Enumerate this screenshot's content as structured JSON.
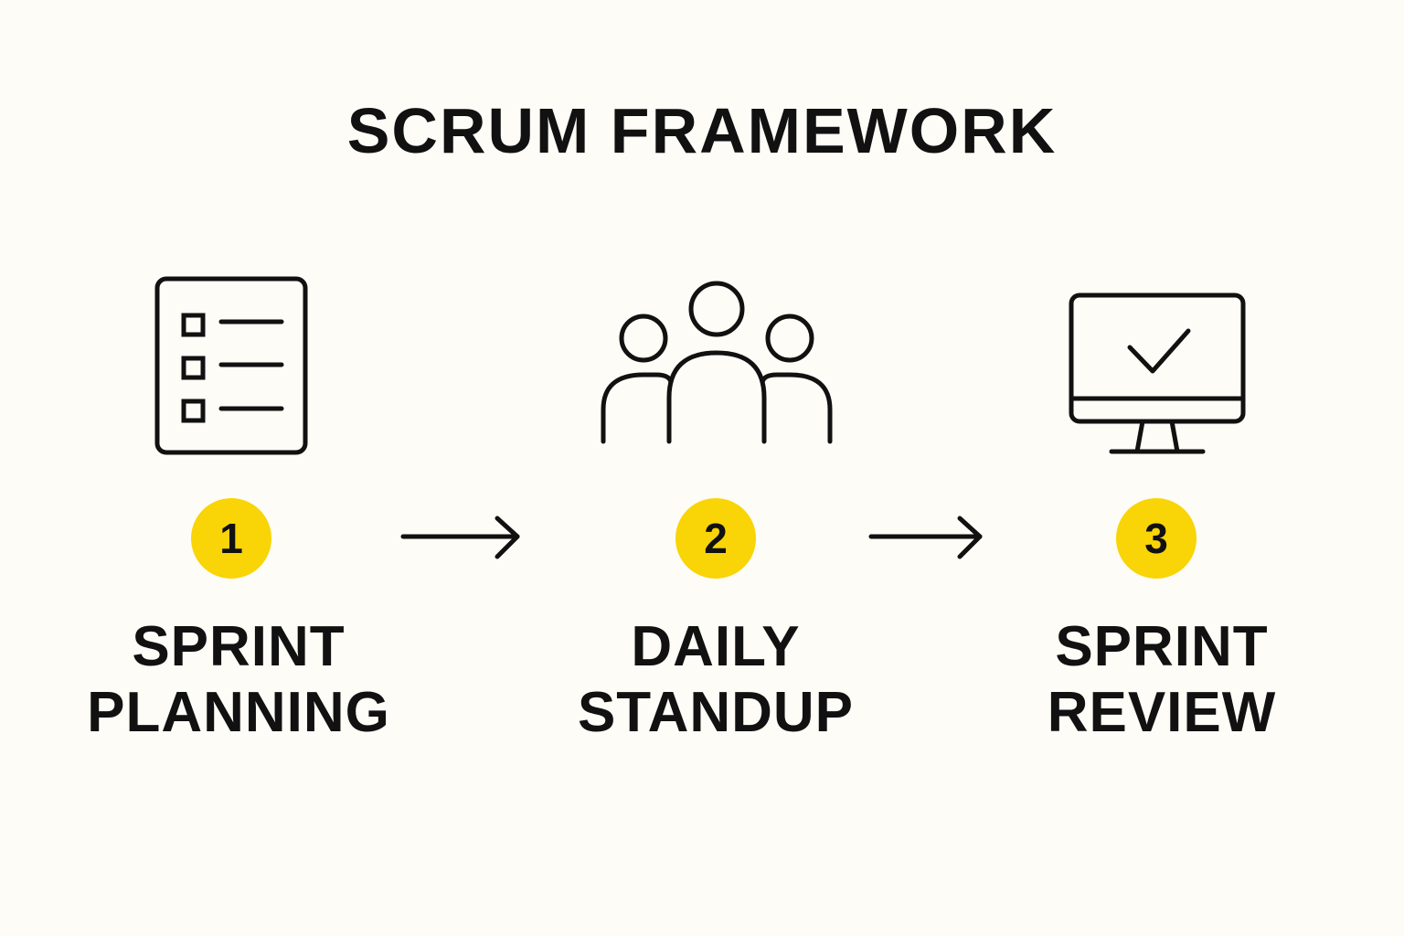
{
  "title": "SCRUM FRAMEWORK",
  "colors": {
    "background": "#fdfcf7",
    "badge": "#f9d406",
    "ink": "#111111"
  },
  "steps": [
    {
      "number": "1",
      "line1": "SPRINT",
      "line2": "PLANNING",
      "icon": "checklist-icon"
    },
    {
      "number": "2",
      "line1": "DAILY",
      "line2": "STANDUP",
      "icon": "team-icon"
    },
    {
      "number": "3",
      "line1": "SPRINT",
      "line2": "REVIEW",
      "icon": "monitor-check-icon"
    }
  ],
  "connectors": [
    {
      "from": "1",
      "to": "2",
      "icon": "arrow-right-icon"
    },
    {
      "from": "2",
      "to": "3",
      "icon": "arrow-right-icon"
    }
  ]
}
